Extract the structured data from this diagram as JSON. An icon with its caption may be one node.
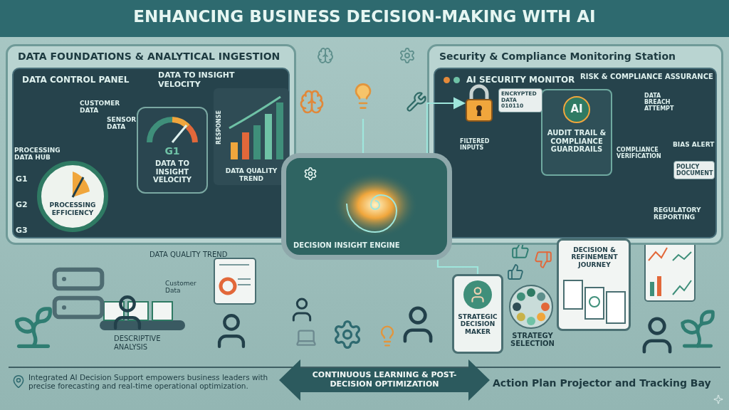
{
  "diagram": {
    "title": "ENHANCING BUSINESS DECISION-MAKING WITH AI",
    "nodes": [
      {
        "text": [
          "DATA FOUNDATIONS & ANALYTICAL INGESTION",
          "DATA CONTROL PANEL"
        ]
      },
      {
        "text": [
          "G1",
          "DATA TO INSIGHT VELOCITY"
        ],
        "in": 0
      },
      {
        "text": [
          "PROCESSING EFFICIENCY"
        ],
        "in": 0
      },
      {
        "text": [
          "RESPONSE",
          "DATA QUALITY TREND"
        ],
        "in": 0
      },
      {
        "text": [
          "Security & Compliance Monitoring Station",
          "AI SECURITY MONITOR"
        ]
      },
      {
        "text": [
          "AI",
          "AUDIT TRAIL & COMPLIANCE GUARDRAILS"
        ],
        "in": 4
      },
      {
        "text": [
          "DECISION INSIGHT ENGINE"
        ]
      },
      {
        "text": [
          "STRATEGIC DECISION MAKER"
        ]
      },
      {
        "text": [
          "DECISION & REFINEMENT JOURNEY"
        ]
      },
      {
        "text": [],
        "shape": "circle",
        "beside": [
          "STRATEGY SELECTION"
        ]
      },
      {
        "text": [],
        "shape": "picture"
      },
      {
        "text": [],
        "shape": "picture",
        "in": 4
      },
      {
        "text": [
          "CONTINUOUS LEARNING & POST-DECISION OPTIMIZATION"
        ]
      }
    ],
    "edges": [
      {
        "from": 10,
        "to": 6,
        "arrow": "none"
      },
      {
        "from": 6,
        "to": 11,
        "arrow": "to"
      },
      {
        "from": 6,
        "to": 7,
        "arrow": "none"
      }
    ],
    "labels": [
      "DATA TO INSIGHT VELOCITY",
      "CUSTOMER DATA",
      "SENSOR DATA",
      "PROCESSING DATA HUB",
      "G1",
      "G2",
      "G3",
      "DATA QUALITY TREND",
      "Customer Data",
      "DESCRIPTIVE ANALYSIS",
      "ENCRYPTED DATA 010110",
      "FILTERED INPUTS",
      "RISK & COMPLIANCE ASSURANCE",
      "DATA BREACH ATTEMPT",
      "BIAS ALERT",
      "COMPLIANCE VERIFICATION",
      "POLICY DOCUMENT",
      "REGULATORY REPORTING",
      "Integrated AI Decision Support empowers business leaders with precise forecasting and real-time operational optimization.",
      "Action Plan Projector and Tracking Bay"
    ]
  }
}
